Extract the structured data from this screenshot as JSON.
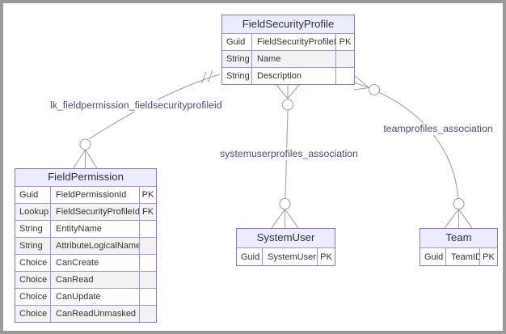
{
  "colors": {
    "entity_border": "#9370db",
    "inner_border": "#a58fd6",
    "header_bg": "#ececff",
    "row_alt_bg": "#f2f2f2",
    "line": "#a3a3a3",
    "label_color": "#4e4a75",
    "text_color": "#333333",
    "frame_border": "#999999",
    "canvas_bg": "#ffffff"
  },
  "entities": [
    {
      "name": "FieldSecurityProfile",
      "attributes": [
        {
          "type": "Guid",
          "name": "FieldSecurityProfileId",
          "key": "PK"
        },
        {
          "type": "String",
          "name": "Name",
          "key": ""
        },
        {
          "type": "String",
          "name": "Description",
          "key": ""
        }
      ]
    },
    {
      "name": "FieldPermission",
      "attributes": [
        {
          "type": "Guid",
          "name": "FieldPermissionId",
          "key": "PK"
        },
        {
          "type": "Lookup",
          "name": "FieldSecurityProfileId",
          "key": "FK"
        },
        {
          "type": "String",
          "name": "EntityName",
          "key": ""
        },
        {
          "type": "String",
          "name": "AttributeLogicalName",
          "key": ""
        },
        {
          "type": "Choice",
          "name": "CanCreate",
          "key": ""
        },
        {
          "type": "Choice",
          "name": "CanRead",
          "key": ""
        },
        {
          "type": "Choice",
          "name": "CanUpdate",
          "key": ""
        },
        {
          "type": "Choice",
          "name": "CanReadUnmasked",
          "key": ""
        }
      ]
    },
    {
      "name": "SystemUser",
      "attributes": [
        {
          "type": "Guid",
          "name": "SystemUserId",
          "key": "PK"
        }
      ]
    },
    {
      "name": "Team",
      "attributes": [
        {
          "type": "Guid",
          "name": "TeamID",
          "key": "PK"
        }
      ]
    }
  ],
  "relationships": [
    {
      "label": "lk_fieldpermission_fieldsecurityprofileid",
      "from": "FieldPermission",
      "to": "FieldSecurityProfile",
      "from_cardinality": "zero-or-many",
      "to_cardinality": "one-and-only-one"
    },
    {
      "label": "systemuserprofiles_association",
      "from": "FieldSecurityProfile",
      "to": "SystemUser",
      "from_cardinality": "zero-or-many",
      "to_cardinality": "zero-or-many"
    },
    {
      "label": "teamprofiles_association",
      "from": "FieldSecurityProfile",
      "to": "Team",
      "from_cardinality": "zero-or-many",
      "to_cardinality": "zero-or-many"
    }
  ]
}
